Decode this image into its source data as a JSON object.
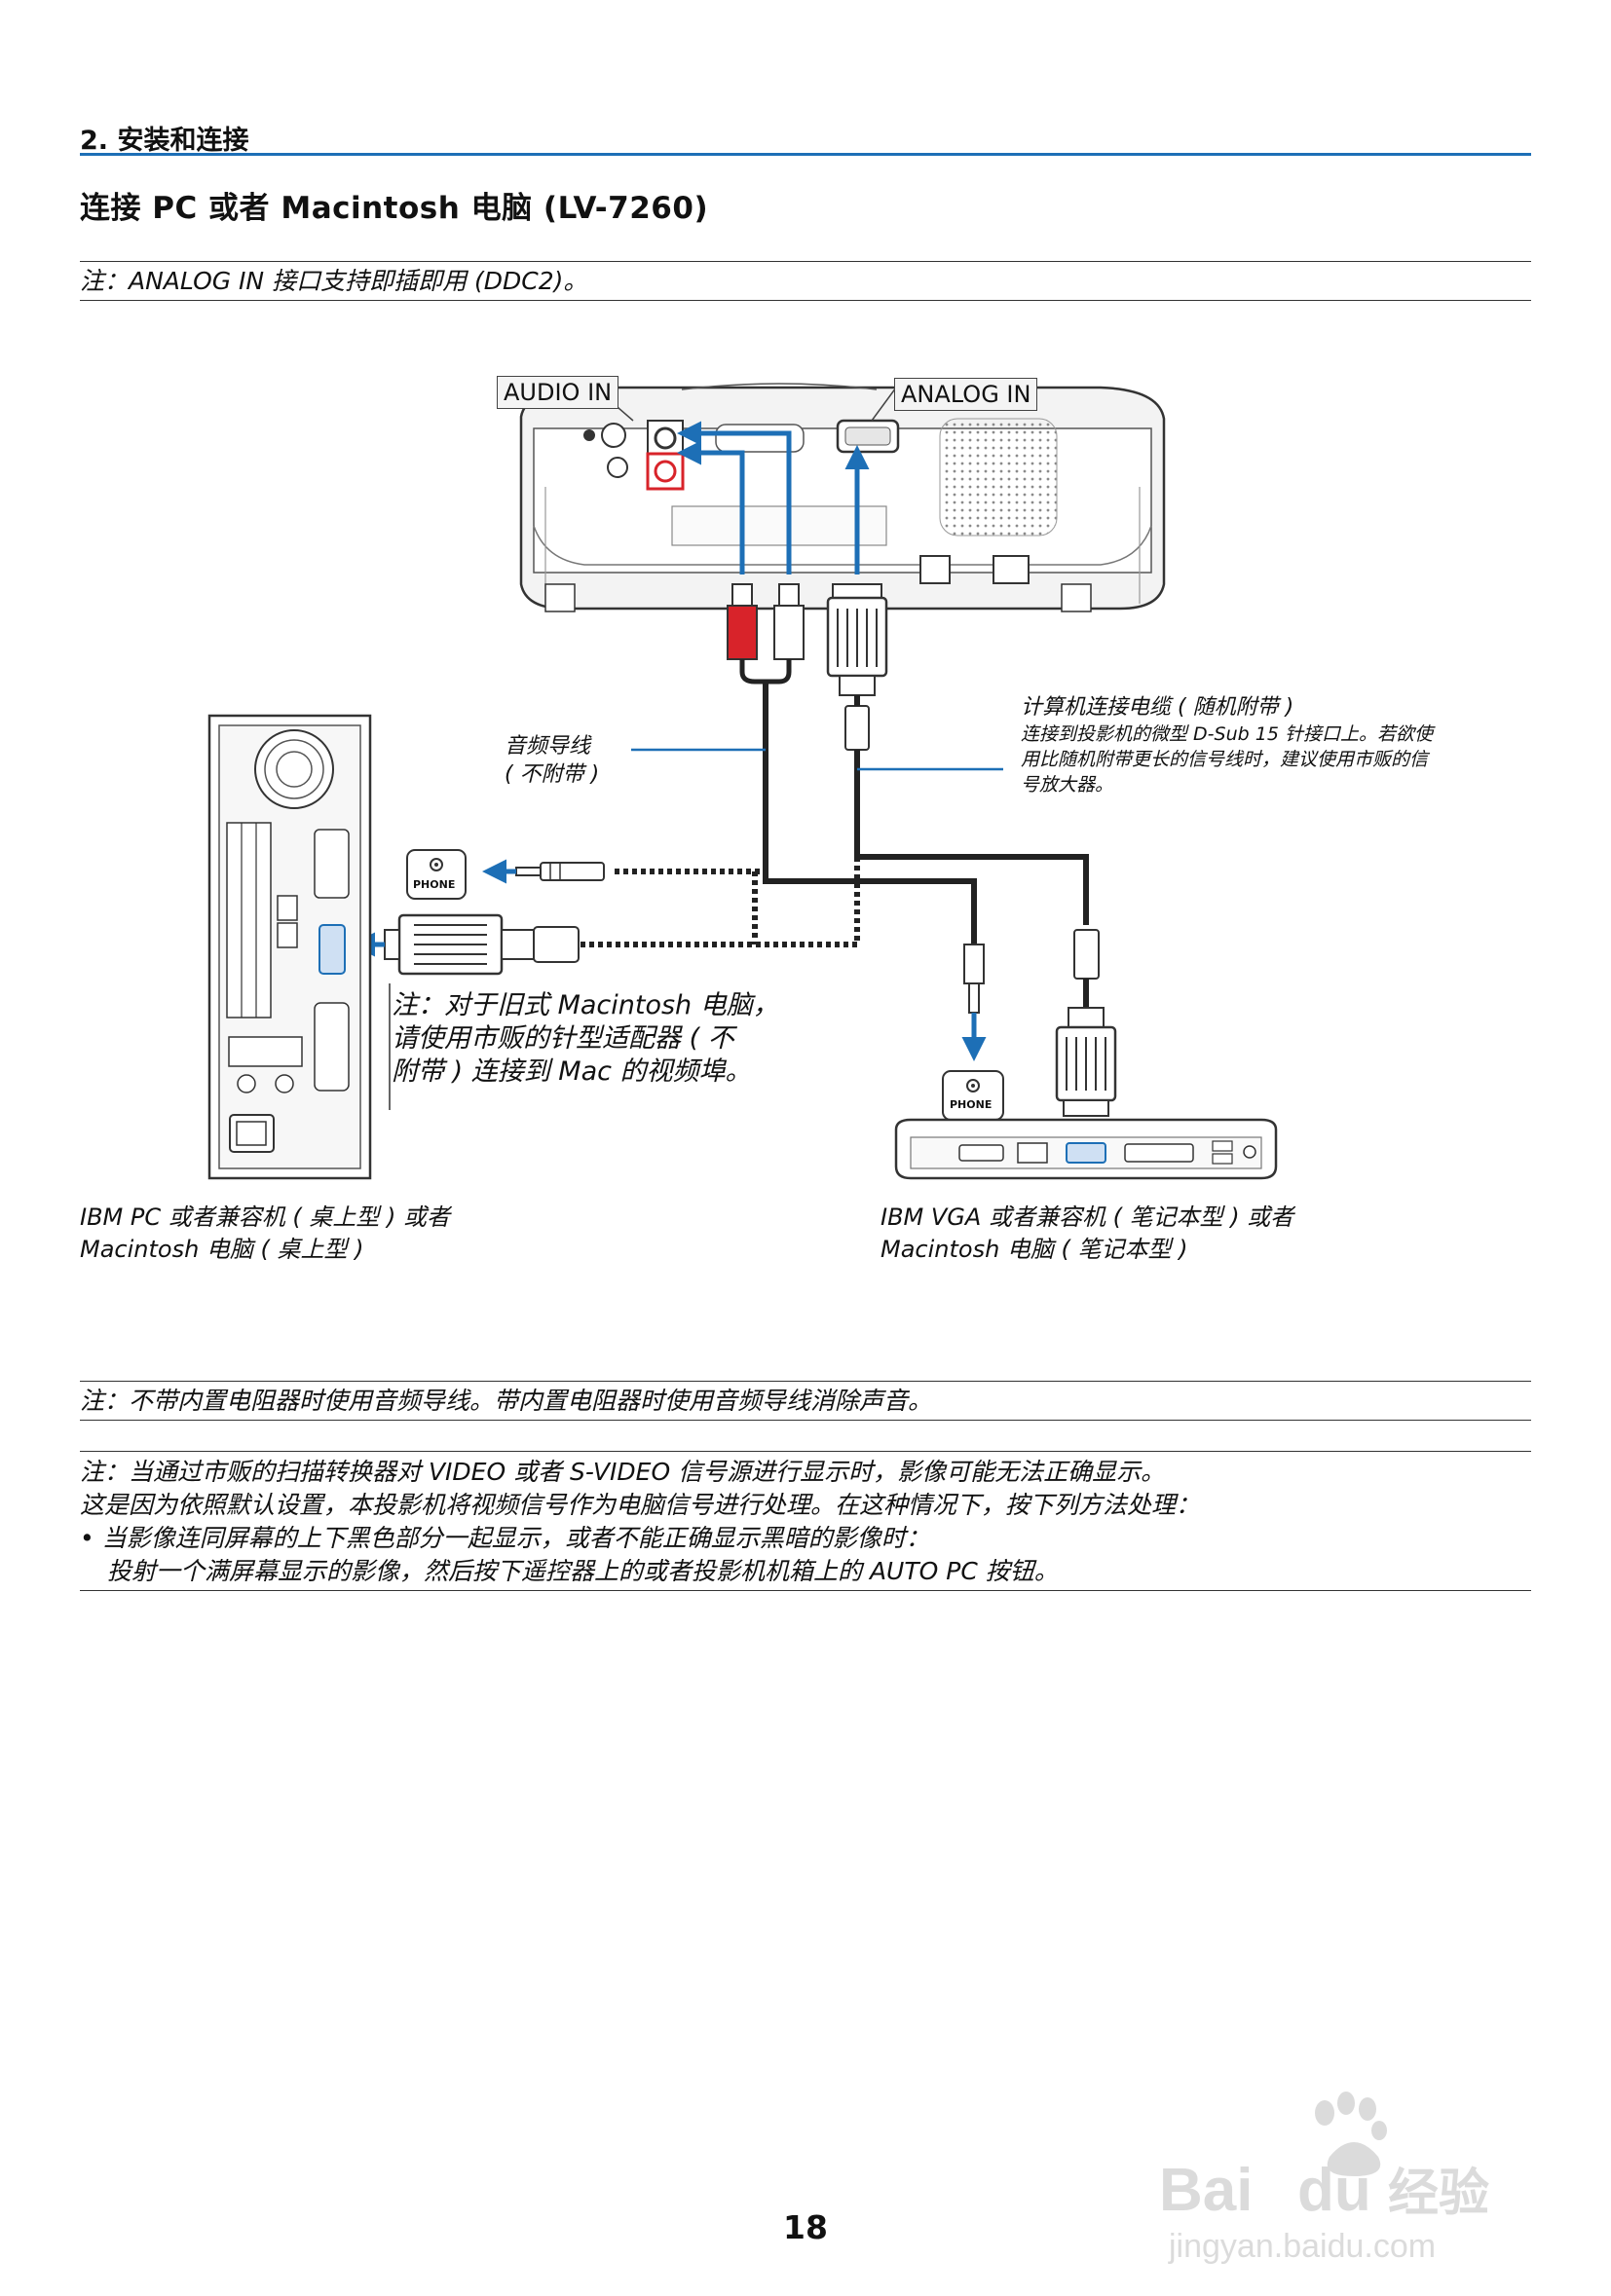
{
  "header": {
    "section": "2. 安装和连接",
    "title": "连接 PC 或者 Macintosh 电脑 (LV-7260)"
  },
  "notes": {
    "top": "注：ANALOG IN 接口支持即插即用 (DDC2)。",
    "audio": "注：不带内置电阻器时使用音频导线。带内置电阻器时使用音频导线消除声音。",
    "video": [
      "注：当通过市贩的扫描转换器对 VIDEO 或者 S-VIDEO 信号源进行显示时，影像可能无法正确显示。",
      "这是因为依照默认设置，本投影机将视频信号作为电脑信号进行处理。在这种情况下，按下列方法处理：",
      "• 当影像连同屏幕的上下黑色部分一起显示，或者不能正确显示黑暗的影像时：",
      "投射一个满屏幕显示的影像，然后按下遥控器上的或者投影机机箱上的 AUTO PC 按钮。"
    ]
  },
  "diagram": {
    "audio_in_label": "AUDIO IN",
    "analog_in_label": "ANALOG IN",
    "audio_cable_label": [
      "音频导线",
      "( 不附带 )"
    ],
    "computer_cable_label": [
      "计算机连接电缆 ( 随机附带 )",
      "连接到投影机的微型 D-Sub 15 针接口上。若欲使",
      "用比随机附带更长的信号线时，建议使用市贩的信",
      "号放大器。"
    ],
    "mac_note": [
      "注：对于旧式 Macintosh 电脑，",
      "请使用市贩的针型适配器 ( 不",
      "附带 ) 连接到 Mac 的视频埠。"
    ],
    "phone_label": "PHONE",
    "desktop_caption": [
      "IBM PC 或者兼容机 ( 桌上型 ) 或者",
      "Macintosh 电脑 ( 桌上型 )"
    ],
    "notebook_caption": [
      "IBM VGA 或者兼容机 ( 笔记本型 ) 或者",
      "Macintosh 电脑 ( 笔记本型 )"
    ],
    "colors": {
      "arrow": "#1d6fb6",
      "rule": "#1d6fb6",
      "audio_red": "#d8232a"
    }
  },
  "footer": {
    "page_number": "18"
  },
  "watermark": {
    "brand": "Bai",
    "brand2": "du",
    "brand_cn": "经验",
    "url": "jingyan.baidu.com"
  }
}
